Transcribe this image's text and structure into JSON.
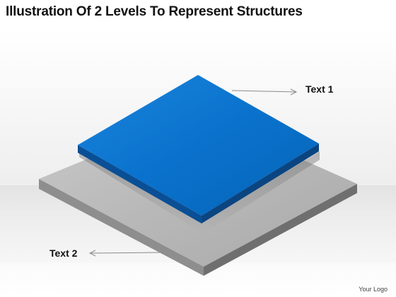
{
  "title": "Illustration Of 2 Levels To Represent Structures",
  "levels": [
    {
      "label": "Text 1",
      "color": "#0a72cc"
    },
    {
      "label": "Text 2",
      "color": "#b9b9b9"
    }
  ],
  "logo": "Your Logo"
}
